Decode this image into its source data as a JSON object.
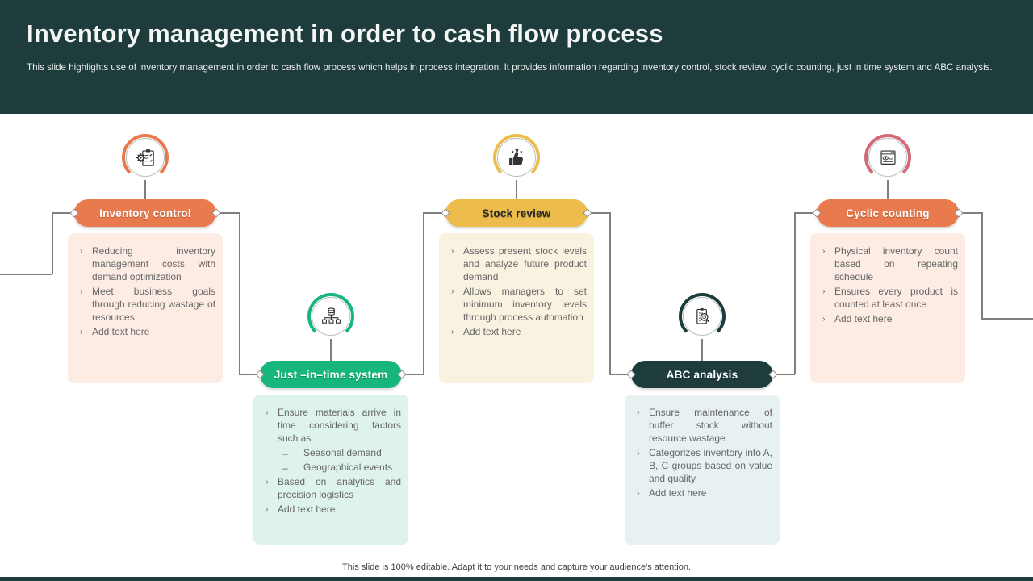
{
  "header": {
    "title": "Inventory management in order to cash flow process",
    "subtitle": "This slide highlights use of inventory management in order to cash flow process which helps in process integration. It provides information regarding inventory control, stock review,  cyclic counting, just in time system and ABC analysis."
  },
  "ui": {
    "bullet_marker": "›",
    "sub_bullet_marker": "–"
  },
  "colors": {
    "brand_dark": "#1e3c3b",
    "orange": "#e97a4d",
    "green": "#16b67c",
    "gold": "#ecbc4d",
    "pink": "#d5697a",
    "line_grey": "#7f7f7f"
  },
  "steps": [
    {
      "label": "Inventory control",
      "icon": "clipboard-gear-icon",
      "accent": "#e97a4d",
      "ring": "#e97a4d",
      "box_bg": "#fcece4",
      "label_color": "#ffffff",
      "bullets": [
        "Reducing inventory management costs with demand optimization",
        "Meet business goals through reducing wastage of resources",
        "Add text here"
      ]
    },
    {
      "label": "Just –in–time system",
      "icon": "network-hierarchy-icon",
      "accent": "#16b67c",
      "ring": "#16b67c",
      "box_bg": "#def3ea",
      "label_color": "#ffffff",
      "bullets": [
        "Ensure materials arrive in time considering factors such as",
        "Based on analytics and precision logistics",
        "Add text here"
      ],
      "sub_bullets": [
        "Seasonal demand",
        "Geographical events"
      ]
    },
    {
      "label": "Stock review",
      "icon": "thumbs-up-stars-icon",
      "accent": "#ecbc4d",
      "ring": "#ecbc4d",
      "box_bg": "#f9f2e0",
      "label_color": "#262626",
      "bullets": [
        "Assess present stock levels and analyze future product demand",
        "Allows managers to set minimum inventory levels through process automation",
        "Add text here"
      ]
    },
    {
      "label": "ABC analysis",
      "icon": "clipboard-magnifier-icon",
      "accent": "#1e3c3b",
      "ring": "#1e3c3b",
      "box_bg": "#e7f1f1",
      "label_color": "#ffffff",
      "bullets": [
        "Ensure maintenance of buffer stock without resource wastage",
        "Categorizes inventory into A, B, C groups based on value and quality",
        "Add text here"
      ]
    },
    {
      "label": "Cyclic counting",
      "icon": "document-eye-icon",
      "accent": "#e97a4d",
      "ring": "#d5697a",
      "box_bg": "#fcece4",
      "label_color": "#ffffff",
      "bullets": [
        "Physical inventory count based on repeating schedule",
        "Ensures every product is counted at least once",
        "Add text here"
      ]
    }
  ],
  "footer": {
    "note": "This slide is 100% editable. Adapt it to your needs and capture your audience's attention."
  }
}
